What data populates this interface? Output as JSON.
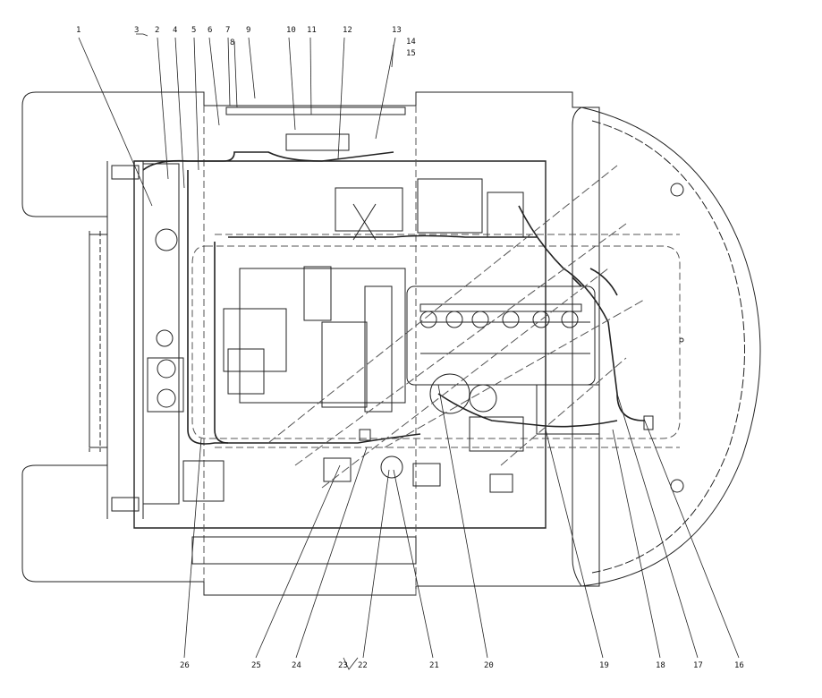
{
  "callouts": {
    "top": [
      "1",
      "3",
      "2",
      "4",
      "5",
      "6",
      "7",
      "8",
      "9",
      "10",
      "11",
      "12",
      "13",
      "14",
      "15"
    ],
    "bottom": [
      "26",
      "25",
      "24",
      "23",
      "22",
      "21",
      "20",
      "19",
      "18",
      "17",
      "16"
    ]
  },
  "colors": {
    "line": "#222222",
    "dash": "#555555",
    "paper": "#ffffff"
  }
}
